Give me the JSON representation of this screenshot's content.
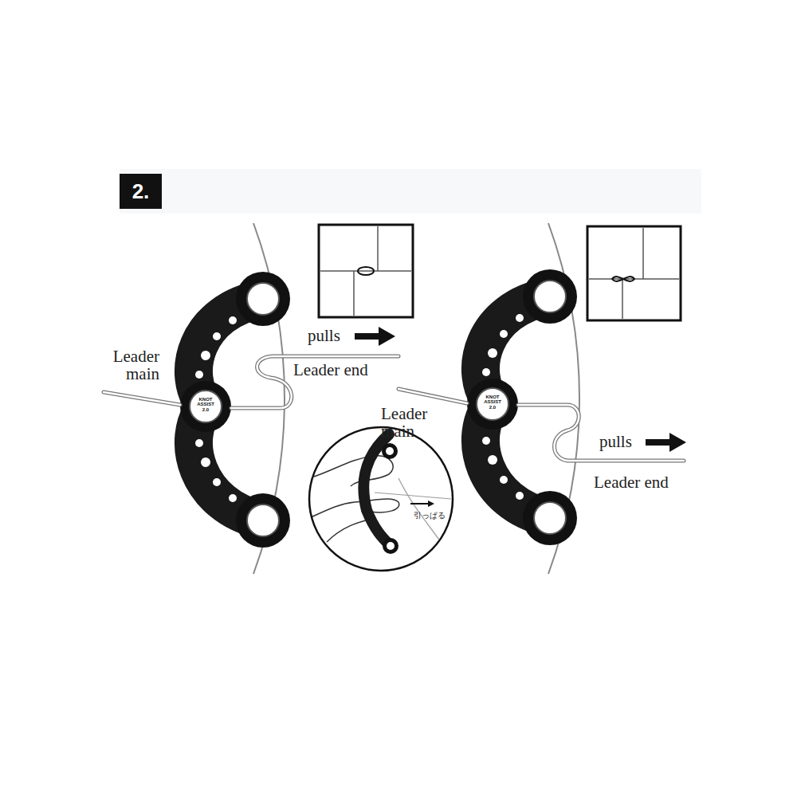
{
  "diagram": {
    "nodes": [
      {
        "text": [
          "2."
        ]
      }
    ],
    "labels": [
      "pulls",
      "Leader main",
      "Leader end",
      "KNOT ASSIST 2.0",
      "Leader main",
      "pulls",
      "Leader end",
      "引っぱる",
      "KNOT ASSIST 2.0"
    ]
  }
}
